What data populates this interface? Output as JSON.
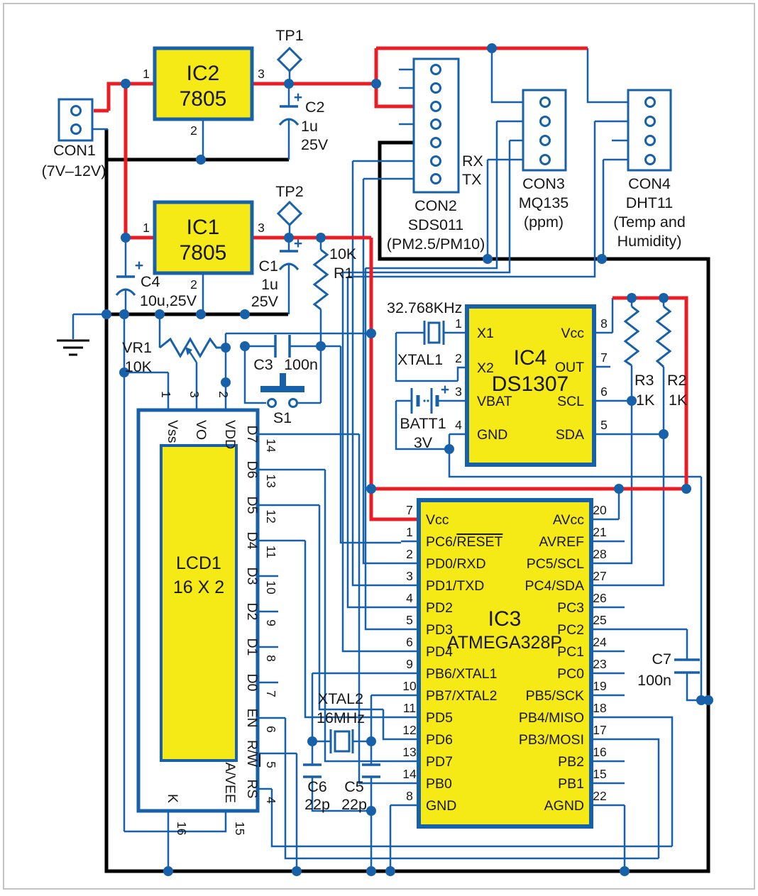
{
  "misc": {
    "plus": "+"
  },
  "con1": {
    "name": "CON1",
    "desc": "(7V–12V)"
  },
  "ic2": {
    "name": "IC2",
    "part": "7805",
    "p_in": "1",
    "p_gnd": "2",
    "p_out": "3"
  },
  "ic1": {
    "name": "IC1",
    "part": "7805",
    "p_in": "1",
    "p_gnd": "2",
    "p_out": "3"
  },
  "tp1": {
    "name": "TP1"
  },
  "tp2": {
    "name": "TP2"
  },
  "c1": {
    "name": "C1",
    "v1": "1u",
    "v2": "25V"
  },
  "c2": {
    "name": "C2",
    "v1": "1u",
    "v2": "25V"
  },
  "c3": {
    "name": "C3",
    "value": "100n"
  },
  "c4": {
    "name": "C4",
    "value": "10u,25V"
  },
  "c5": {
    "name": "C5",
    "value": "22p"
  },
  "c6": {
    "name": "C6",
    "value": "22p"
  },
  "c7": {
    "name": "C7",
    "value": "100n"
  },
  "r1": {
    "value": "10K",
    "name": "R1"
  },
  "r2": {
    "name": "R2",
    "value": "1K"
  },
  "r3": {
    "name": "R3",
    "value": "1K"
  },
  "vr1": {
    "name": "VR1",
    "value": "10K"
  },
  "s1": {
    "name": "S1"
  },
  "con2": {
    "name": "CON2",
    "part": "SDS011",
    "desc": "(PM2.5/PM10)",
    "rx": "RX",
    "tx": "TX"
  },
  "con3": {
    "name": "CON3",
    "part": "MQ135",
    "desc": "(ppm)"
  },
  "con4": {
    "name": "CON4",
    "part": "DHT11",
    "desc1": "(Temp and",
    "desc2": "Humidity)"
  },
  "xtal1": {
    "freq": "32.768KHz",
    "name": "XTAL1"
  },
  "xtal2": {
    "name": "XTAL2",
    "freq": "16MHz"
  },
  "batt": {
    "name": "BATT1",
    "value": "3V"
  },
  "ic4": {
    "name": "IC4",
    "part": "DS1307",
    "left_pins": [
      {
        "num": "1",
        "label": "X1"
      },
      {
        "num": "2",
        "label": "X2"
      },
      {
        "num": "3",
        "label": "VBAT"
      },
      {
        "num": "4",
        "label": "GND"
      }
    ],
    "right_pins": [
      {
        "num": "8",
        "label": "Vcc"
      },
      {
        "num": "7",
        "label": "OUT"
      },
      {
        "num": "6",
        "label": "SCL"
      },
      {
        "num": "5",
        "label": "SDA"
      }
    ]
  },
  "ic3": {
    "name": "IC3",
    "part": "ATMEGA328P",
    "left_pins": [
      {
        "num": "7",
        "label": "Vcc"
      },
      {
        "num": "1",
        "pre": "PC6/",
        "over": "RESET"
      },
      {
        "num": "2",
        "label": "PD0/RXD"
      },
      {
        "num": "3",
        "label": "PD1/TXD"
      },
      {
        "num": "4",
        "label": "PD2"
      },
      {
        "num": "5",
        "label": "PD3"
      },
      {
        "num": "6",
        "label": "PD4"
      },
      {
        "num": "9",
        "label": "PB6/XTAL1"
      },
      {
        "num": "10",
        "label": "PB7/XTAL2"
      },
      {
        "num": "11",
        "label": "PD5"
      },
      {
        "num": "12",
        "label": "PD6"
      },
      {
        "num": "13",
        "label": "PD7"
      },
      {
        "num": "14",
        "label": "PB0"
      },
      {
        "num": "8",
        "label": "GND"
      }
    ],
    "right_pins": [
      {
        "num": "20",
        "label": "AVcc"
      },
      {
        "num": "21",
        "label": "AVREF"
      },
      {
        "num": "28",
        "label": "PC5/SCL"
      },
      {
        "num": "27",
        "label": "PC4/SDA"
      },
      {
        "num": "26",
        "label": "PC3"
      },
      {
        "num": "25",
        "label": "PC2"
      },
      {
        "num": "24",
        "label": "PC1"
      },
      {
        "num": "23",
        "label": "PC0"
      },
      {
        "num": "19",
        "label": "PB5/SCK"
      },
      {
        "num": "18",
        "label": "PB4/MISO"
      },
      {
        "num": "17",
        "label": "PB3/MOSI"
      },
      {
        "num": "16",
        "label": "PB2"
      },
      {
        "num": "15",
        "label": "PB1"
      },
      {
        "num": "22",
        "label": "AGND"
      }
    ]
  },
  "lcd": {
    "name": "LCD1",
    "size": "16 X 2",
    "top_pins": [
      {
        "num": "1",
        "label": "Vss"
      },
      {
        "num": "3",
        "label": "VO"
      },
      {
        "num": "2",
        "label": "VDD"
      }
    ],
    "right_pins": [
      {
        "num": "14",
        "label": "D7"
      },
      {
        "num": "13",
        "label": "D6"
      },
      {
        "num": "12",
        "label": "D5"
      },
      {
        "num": "11",
        "label": "D4"
      },
      {
        "num": "10",
        "label": "D3"
      },
      {
        "num": "9",
        "label": "D2"
      },
      {
        "num": "8",
        "label": "D1"
      },
      {
        "num": "7",
        "label": "D0"
      },
      {
        "num": "6",
        "label": "EN"
      },
      {
        "num": "5",
        "pre": "R/",
        "over": "W"
      },
      {
        "num": "4",
        "label": "RS"
      }
    ],
    "bottom_pins": [
      {
        "num": "16",
        "label": "K"
      },
      {
        "num": "15",
        "label": "A/VEE"
      }
    ]
  }
}
